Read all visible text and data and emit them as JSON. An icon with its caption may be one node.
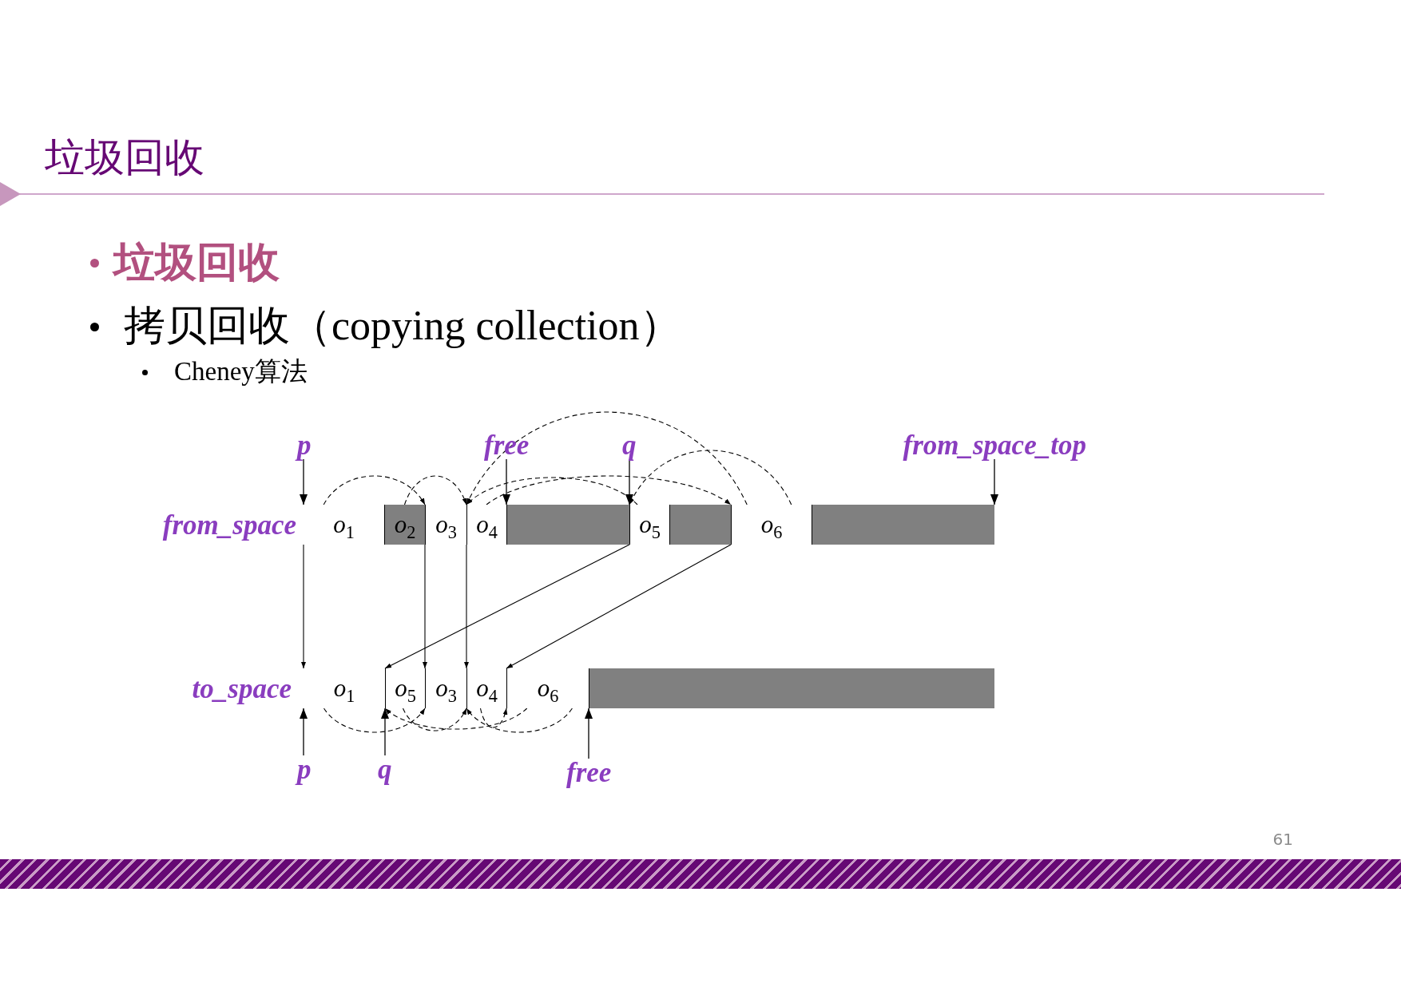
{
  "diagram": {
    "title": "垃圾回收",
    "nodes": [
      {
        "text": [
          "p"
        ]
      },
      {
        "text": [
          "free"
        ]
      },
      {
        "text": [
          "q"
        ]
      },
      {
        "text": [
          "from_space_top"
        ]
      },
      {
        "text": [
          "from_space"
        ]
      },
      {
        "text": [
          "o$_{1}$"
        ],
        "in": 4
      },
      {
        "text": [
          "o$_{2}$"
        ],
        "in": 4
      },
      {
        "text": [
          "o$_{3}$"
        ],
        "in": 4
      },
      {
        "text": [
          "o$_{4}$"
        ],
        "in": 4
      },
      {
        "text": [],
        "shape": "box",
        "in": 4
      },
      {
        "text": [
          "o$_{5}$"
        ],
        "in": 4
      },
      {
        "text": [],
        "shape": "box",
        "in": 4
      },
      {
        "text": [
          "o$_{6}$"
        ],
        "in": 4
      },
      {
        "text": [],
        "shape": "box",
        "in": 4
      },
      {
        "text": [
          "to_space"
        ]
      },
      {
        "text": [
          "o$_{1}$"
        ],
        "in": 14
      },
      {
        "text": [
          "o$_{5}$"
        ],
        "in": 14
      },
      {
        "text": [
          "o$_{3}$"
        ],
        "in": 14
      },
      {
        "text": [
          "o$_{4}$"
        ],
        "in": 14
      },
      {
        "text": [
          "o$_{6}$"
        ],
        "in": 14
      },
      {
        "text": [],
        "shape": "box",
        "in": 14
      },
      {
        "text": [
          "p"
        ]
      },
      {
        "text": [
          "q"
        ]
      },
      {
        "text": [
          "free"
        ]
      }
    ],
    "edges": [
      {
        "from": 0,
        "to": 5,
        "arrow": "to"
      },
      {
        "from": 1,
        "to": 9,
        "arrow": "to"
      },
      {
        "from": 2,
        "to": 10,
        "arrow": "to"
      },
      {
        "from": 3,
        "to": 13,
        "arrow": "to"
      },
      {
        "from": 5,
        "to": 7,
        "arrow": "to",
        "style": "dashed"
      },
      {
        "from": 6,
        "to": 8,
        "arrow": "to",
        "style": "dashed"
      },
      {
        "from": 8,
        "to": 12,
        "arrow": "to",
        "style": "dashed"
      },
      {
        "from": 10,
        "to": 8,
        "arrow": "to",
        "style": "dashed"
      },
      {
        "from": 12,
        "to": 8,
        "arrow": "to",
        "style": "dashed"
      },
      {
        "from": 12,
        "to": 10,
        "arrow": "to",
        "style": "dashed"
      },
      {
        "from": 5,
        "to": 15,
        "arrow": "to"
      },
      {
        "from": 7,
        "to": 17,
        "arrow": "to"
      },
      {
        "from": 8,
        "to": 18,
        "arrow": "to"
      },
      {
        "from": 10,
        "to": 16,
        "arrow": "to"
      },
      {
        "from": 12,
        "to": 19,
        "arrow": "to"
      },
      {
        "from": 15,
        "to": 17,
        "arrow": "to",
        "style": "dashed"
      },
      {
        "from": 16,
        "to": 18,
        "arrow": "to",
        "style": "dashed"
      },
      {
        "from": 18,
        "to": 19,
        "arrow": "to",
        "style": "dashed"
      },
      {
        "from": 19,
        "to": 18,
        "arrow": "to",
        "style": "dashed"
      },
      {
        "from": 19,
        "to": 16,
        "arrow": "to",
        "style": "dashed"
      },
      {
        "from": 21,
        "to": 15,
        "arrow": "to"
      },
      {
        "from": 22,
        "to": 16,
        "arrow": "to"
      },
      {
        "from": 23,
        "to": 20,
        "arrow": "to"
      }
    ],
    "labels": [
      "垃圾回收",
      "拷贝回收（copying collection）",
      "Cheney算法",
      "61"
    ]
  }
}
